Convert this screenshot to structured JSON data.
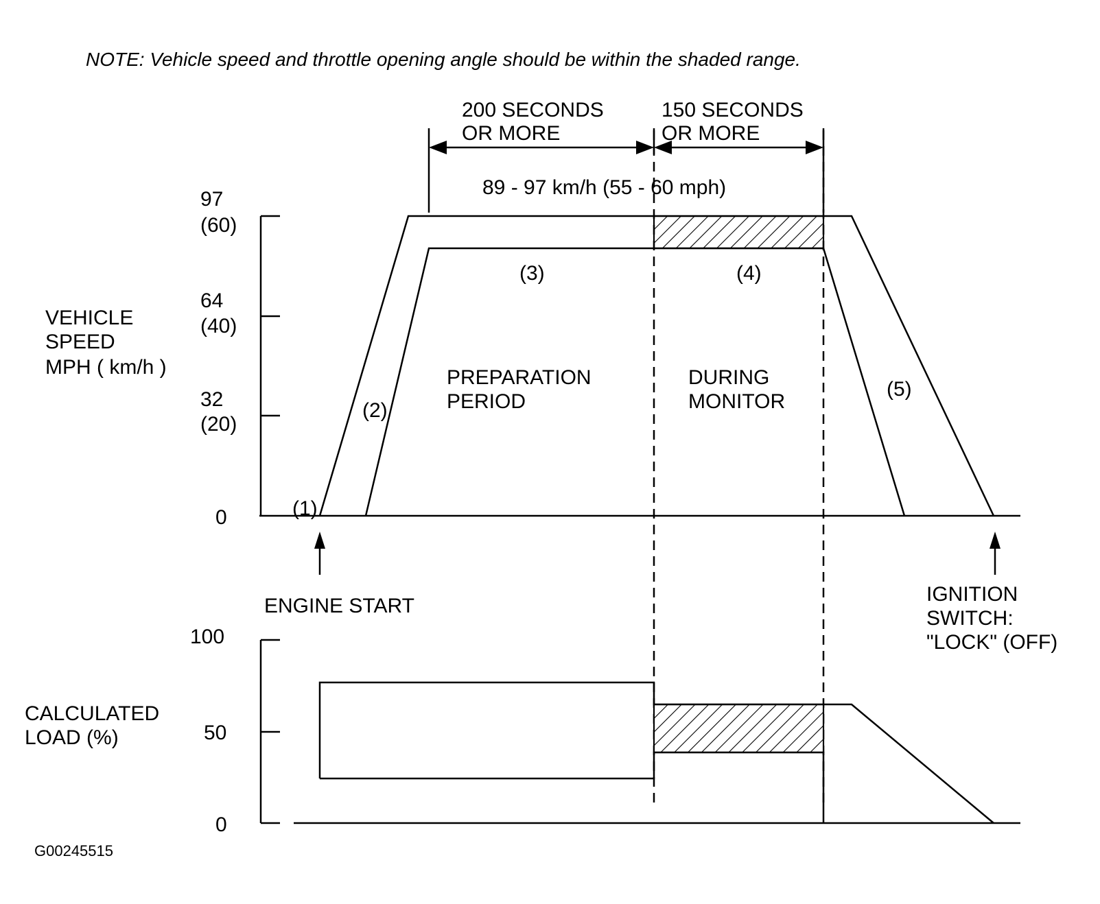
{
  "note": "NOTE: Vehicle speed and throttle opening angle should be within the shaded range.",
  "durations": {
    "first_line1": "200 SECONDS",
    "first_line2": "OR MORE",
    "second_line1": "150 SECONDS",
    "second_line2": "OR MORE"
  },
  "speed_range": "89 - 97 km/h (55 - 60 mph)",
  "speed_axis": {
    "label_line1": "VEHICLE",
    "label_line2": "SPEED",
    "label_line3": "MPH ( km/h )",
    "ticks": [
      {
        "top": "97",
        "bottom": "(60)"
      },
      {
        "top": "64",
        "bottom": "(40)"
      },
      {
        "top": "32",
        "bottom": "(20)"
      },
      {
        "top": "0",
        "bottom": ""
      }
    ]
  },
  "phases": {
    "p1": "(1)",
    "p2": "(2)",
    "p3": "(3)",
    "p4": "(4)",
    "p5": "(5)"
  },
  "regions": {
    "prep_line1": "PREPARATION",
    "prep_line2": "PERIOD",
    "monitor_line1": "DURING",
    "monitor_line2": "MONITOR"
  },
  "events": {
    "engine_start": "ENGINE START",
    "ignition_line1": "IGNITION",
    "ignition_line2": "SWITCH:",
    "ignition_line3": "\"LOCK\" (OFF)"
  },
  "load_axis": {
    "label_line1": "CALCULATED",
    "label_line2": "LOAD (%)",
    "ticks": [
      "100",
      "50",
      "0"
    ]
  },
  "figure_code": "G00245515"
}
